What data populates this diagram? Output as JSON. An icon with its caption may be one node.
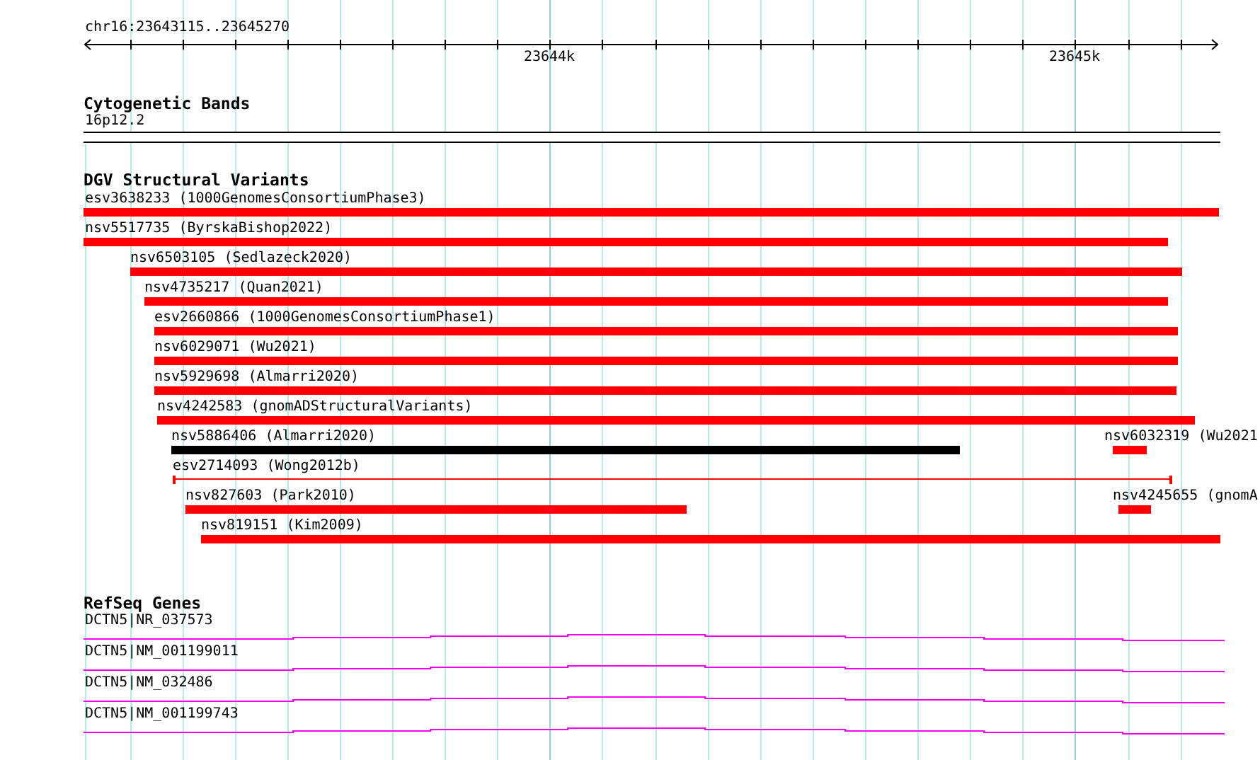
{
  "diagram": {
    "nodes": [
      {
        "text": [
          "esv3638233 (1000GenomesConsortiumPhase3)"
        ]
      },
      {
        "text": [
          "nsv5517735 (ByrskaBishop2022)"
        ]
      },
      {
        "text": [
          "nsv6503105 (Sedlazeck2020)"
        ]
      },
      {
        "text": [
          "nsv4735217 (Quan2021)"
        ]
      },
      {
        "text": [
          "esv2660866 (1000GenomesConsortiumPhase1)"
        ]
      },
      {
        "text": [
          "nsv6029071 (Wu2021)"
        ]
      },
      {
        "text": [
          "nsv5929698 (Almarri2020)"
        ]
      },
      {
        "text": [
          "nsv4242583 (gnomADStructuralVariants)"
        ]
      },
      {
        "text": [
          "nsv5886406 (Almarri2020)"
        ]
      },
      {
        "text": [
          "nsv6032319 (Wu2021"
        ]
      },
      {
        "text": [
          "esv2714093 (Wong2012b)"
        ]
      },
      {
        "text": [
          "nsv827603 (Park2010)"
        ]
      },
      {
        "text": [
          "nsv4245655 (gnomA"
        ]
      },
      {
        "text": [
          "nsv819151 (Kim2009)"
        ]
      },
      {
        "text": [
          "DCTN5|NR_037573"
        ]
      },
      {
        "text": [
          "DCTN5|NM_001199011"
        ]
      },
      {
        "text": [
          "DCTN5|NM_032486"
        ]
      },
      {
        "text": [
          "DCTN5|NM_001199743"
        ]
      }
    ],
    "labels": [
      "chr16:23643115..23645270",
      "23644k",
      "23645k",
      "Cytogenetic Bands",
      "16p12.2",
      "DGV Structural Variants",
      "RefSeq Genes"
    ]
  }
}
